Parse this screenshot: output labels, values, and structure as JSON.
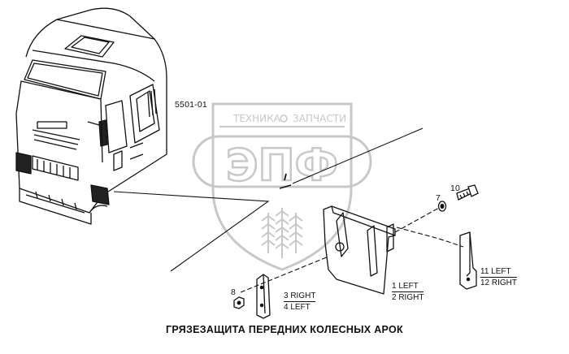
{
  "caption": "ГРЯЗЕЗАЩИТА ПЕРЕДНИХ КОЛЕСНЫХ АРОК",
  "assembly_code": "5501-01",
  "watermark": {
    "top_text_left": "ТЕХНИКА",
    "top_text_right": "ЗАПЧАСТИ",
    "big_letters": "ЭПФ",
    "color": "#c8c8c8"
  },
  "callouts": {
    "p7": "7",
    "p8": "8",
    "p10": "10"
  },
  "fractions": {
    "part_3_4": {
      "top": "3 RIGHT",
      "bottom": "4 LEFT"
    },
    "part_1_2": {
      "top": "1 LEFT",
      "bottom": "2 RIGHT"
    },
    "part_11_12": {
      "top": "11 LEFT",
      "bottom": "12 RIGHT"
    }
  },
  "colors": {
    "line": "#111111",
    "dark_fill": "#222222"
  }
}
